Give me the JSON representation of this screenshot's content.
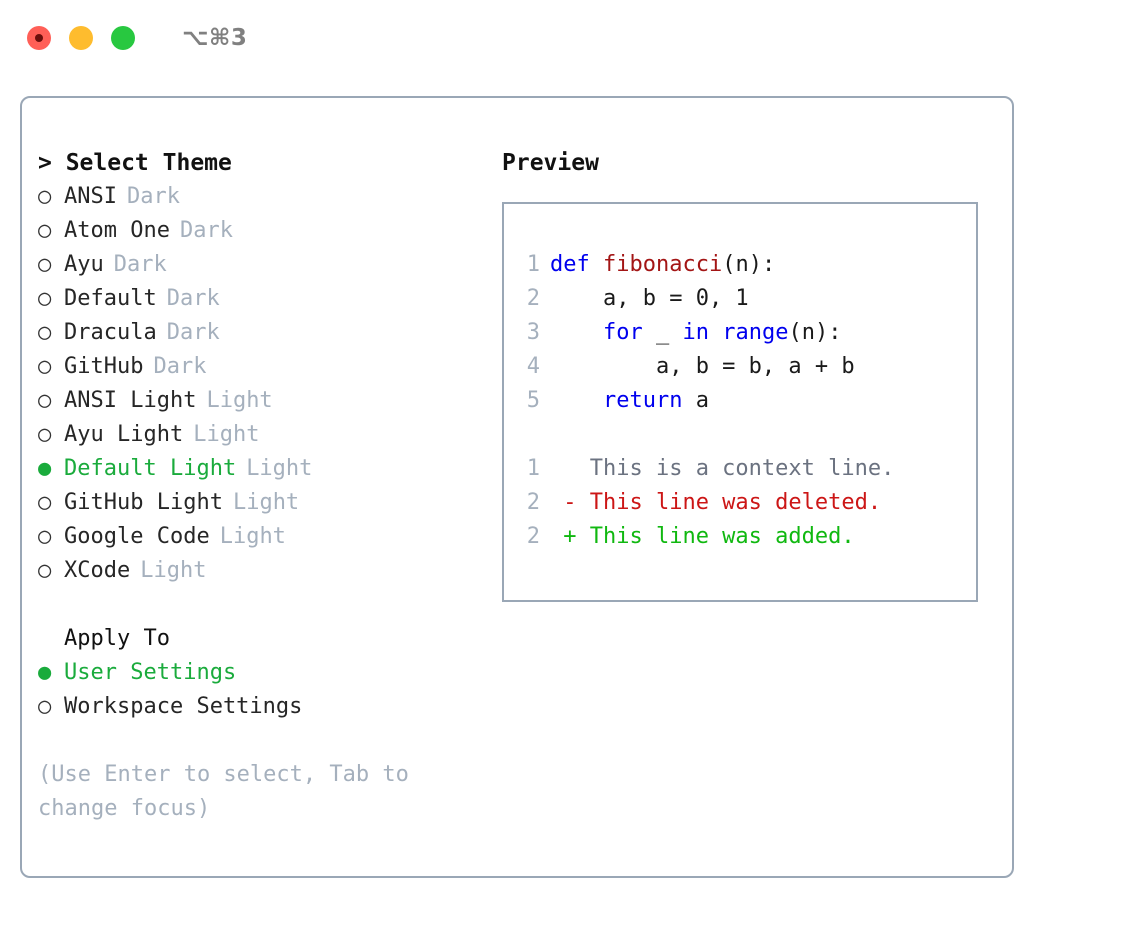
{
  "titlebar": {
    "shortcut": "⌥⌘3",
    "buttons": [
      {
        "name": "close",
        "color": "#ff5f57"
      },
      {
        "name": "minimize",
        "color": "#febc2e"
      },
      {
        "name": "zoom",
        "color": "#28c840"
      }
    ]
  },
  "theme_picker": {
    "header": "> Select Theme",
    "selected_marker": "●",
    "unselected_marker": "○",
    "items": [
      {
        "label": "ANSI",
        "tag": "Dark",
        "selected": false
      },
      {
        "label": "Atom One",
        "tag": "Dark",
        "selected": false
      },
      {
        "label": "Ayu",
        "tag": "Dark",
        "selected": false
      },
      {
        "label": "Default",
        "tag": "Dark",
        "selected": false
      },
      {
        "label": "Dracula",
        "tag": "Dark",
        "selected": false
      },
      {
        "label": "GitHub",
        "tag": "Dark",
        "selected": false
      },
      {
        "label": "ANSI Light",
        "tag": "Light",
        "selected": false
      },
      {
        "label": "Ayu Light",
        "tag": "Light",
        "selected": false
      },
      {
        "label": "Default Light",
        "tag": "Light",
        "selected": true
      },
      {
        "label": "GitHub Light",
        "tag": "Light",
        "selected": false
      },
      {
        "label": "Google Code",
        "tag": "Light",
        "selected": false
      },
      {
        "label": "XCode",
        "tag": "Light",
        "selected": false
      }
    ]
  },
  "apply_to": {
    "header": "Apply To",
    "options": [
      {
        "label": "User Settings",
        "selected": true
      },
      {
        "label": "Workspace Settings",
        "selected": false
      }
    ]
  },
  "hint": "(Use Enter to select, Tab to change focus)",
  "preview": {
    "label": "Preview",
    "code_lines": [
      {
        "num": "1",
        "tokens": [
          {
            "t": "def ",
            "c": "kw"
          },
          {
            "t": "fibonacci",
            "c": "fn"
          },
          {
            "t": "(n):",
            "c": "pl"
          }
        ]
      },
      {
        "num": "2",
        "tokens": [
          {
            "t": "    a, b = 0, 1",
            "c": "pl"
          }
        ]
      },
      {
        "num": "3",
        "tokens": [
          {
            "t": "    ",
            "c": "pl"
          },
          {
            "t": "for",
            "c": "kw"
          },
          {
            "t": " _ ",
            "c": "pl"
          },
          {
            "t": "in range",
            "c": "kw"
          },
          {
            "t": "(n):",
            "c": "pl"
          }
        ]
      },
      {
        "num": "4",
        "tokens": [
          {
            "t": "        a, b = b, a + b",
            "c": "pl"
          }
        ]
      },
      {
        "num": "5",
        "tokens": [
          {
            "t": "    ",
            "c": "pl"
          },
          {
            "t": "return",
            "c": "kw"
          },
          {
            "t": " a",
            "c": "pl"
          }
        ]
      }
    ],
    "diff_lines": [
      {
        "num": "1",
        "sign": " ",
        "text": " This is a context line.",
        "kind": "ctx"
      },
      {
        "num": "2",
        "sign": "-",
        "text": " This line was deleted.",
        "kind": "del"
      },
      {
        "num": "2",
        "sign": "+",
        "text": " This line was added.",
        "kind": "add"
      }
    ]
  },
  "colors": {
    "accent_green": "#1aab3c",
    "muted": "#a5b0bd",
    "border": "#9aa7b6",
    "keyword_blue": "#0000ee",
    "function_red": "#a31515",
    "diff_delete": "#cc1616",
    "diff_add": "#10b810",
    "diff_context": "#6b7280"
  }
}
